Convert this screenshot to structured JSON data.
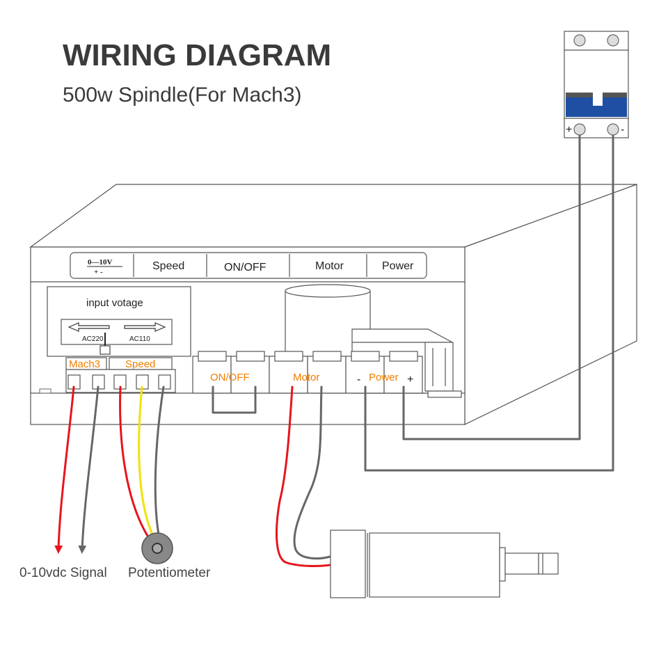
{
  "header": {
    "title": "WIRING DIAGRAM",
    "subtitle": "500w Spindle(For Mach3)"
  },
  "panel": {
    "signal_range": "0—10V",
    "signal_polarity": "+  -",
    "speed": "Speed",
    "on_off": "ON/OFF",
    "motor": "Motor",
    "power": "Power"
  },
  "voltage_switch": {
    "title": "input votage",
    "left_option": "AC220",
    "right_option": "AC110"
  },
  "terminals": {
    "mach3": "Mach3",
    "speed": "Speed",
    "on_off": "ON/OFF",
    "motor": "Motor",
    "power_minus": "-",
    "power": "Power",
    "power_plus": "+"
  },
  "breaker": {
    "plus": "+",
    "minus": "-"
  },
  "devices": {
    "signal": "0-10vdc Signal",
    "potentiometer": "Potentiometer"
  },
  "colors": {
    "accent_orange": "#f07d00",
    "wire_red": "#e8141b",
    "wire_gray": "#666666",
    "wire_yellow": "#f2e200",
    "breaker_blue": "#1e4fa3"
  }
}
